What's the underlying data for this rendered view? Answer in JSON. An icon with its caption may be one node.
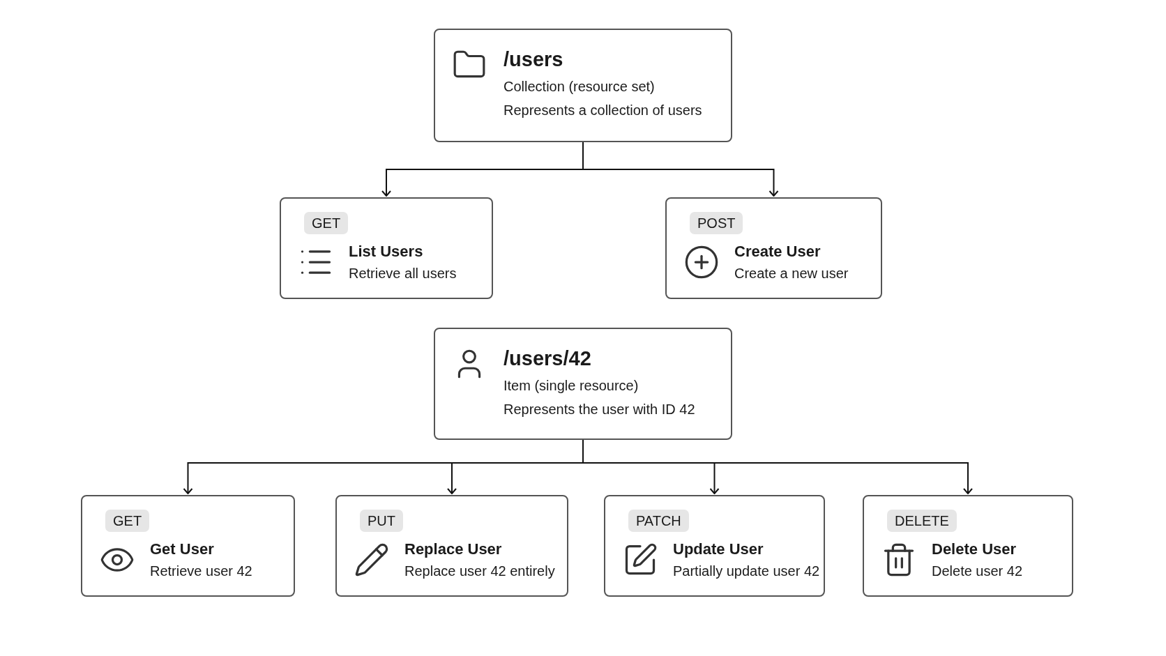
{
  "diagram": {
    "nodes": [
      {
        "text": [
          "/users",
          "Collection (resource set)",
          "Represents a collection of users"
        ]
      },
      {
        "text": [
          "GET",
          "List Users",
          "Retrieve all users"
        ]
      },
      {
        "text": [
          "POST",
          "Create User",
          "Create a new user"
        ]
      },
      {
        "text": [
          "/users/42",
          "Item (single resource)",
          "Represents the user with ID 42"
        ]
      },
      {
        "text": [
          "GET",
          "Get User",
          "Retrieve user 42"
        ]
      },
      {
        "text": [
          "PUT",
          "Replace User",
          "Replace user 42 entirely"
        ]
      },
      {
        "text": [
          "PATCH",
          "Update User",
          "Partially update user 42"
        ]
      },
      {
        "text": [
          "DELETE",
          "Delete User",
          "Delete user 42"
        ]
      }
    ],
    "edges": [
      {
        "from": 0,
        "to": 1,
        "arrow": "to"
      },
      {
        "from": 0,
        "to": 2,
        "arrow": "to"
      },
      {
        "from": 3,
        "to": 4,
        "arrow": "to"
      },
      {
        "from": 3,
        "to": 5,
        "arrow": "to"
      },
      {
        "from": 3,
        "to": 6,
        "arrow": "to"
      },
      {
        "from": 3,
        "to": 7,
        "arrow": "to"
      }
    ]
  }
}
